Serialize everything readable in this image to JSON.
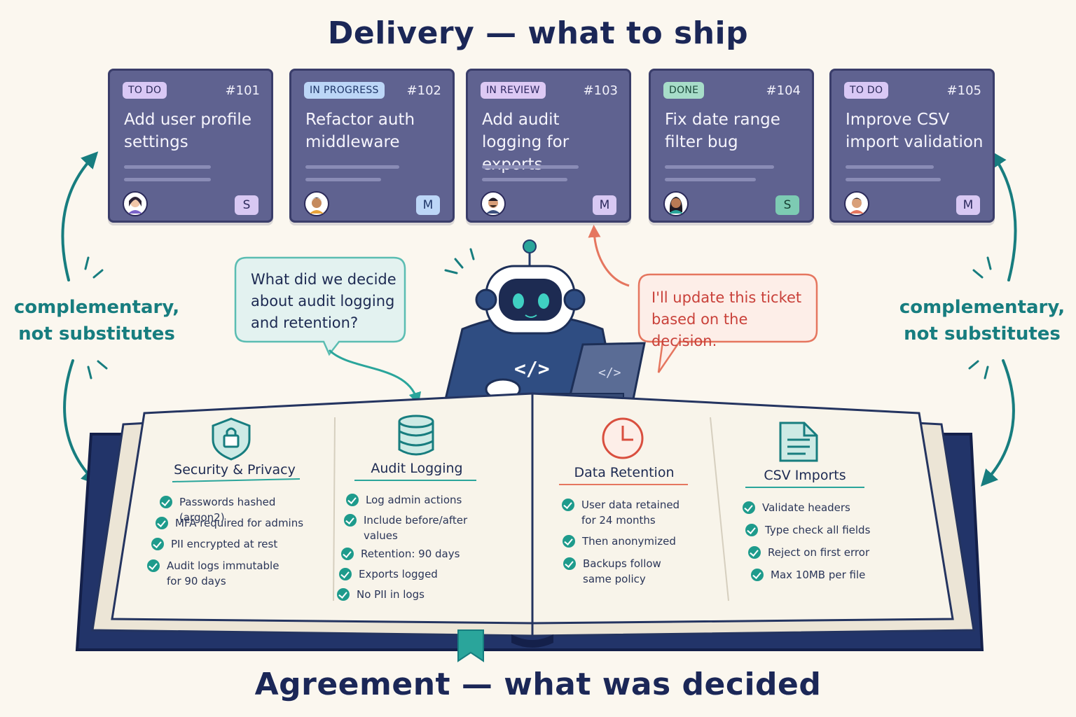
{
  "titles": {
    "top": "Delivery — what to ship",
    "bottom": "Agreement — what was decided"
  },
  "tickets": [
    {
      "status": "TO DO",
      "id": "#101",
      "title": "Add user profile settings",
      "size": "S"
    },
    {
      "status": "IN PROGRESS",
      "id": "#102",
      "title": "Refactor auth middleware",
      "size": "M"
    },
    {
      "status": "IN REVIEW",
      "id": "#103",
      "title": "Add audit logging for exports",
      "size": "M"
    },
    {
      "status": "DONE",
      "id": "#104",
      "title": "Fix date range filter bug",
      "size": "S"
    },
    {
      "status": "TO DO",
      "id": "#105",
      "title": "Improve CSV import validation",
      "size": "M"
    }
  ],
  "side_labels": {
    "left": "complementary, not substitutes",
    "right": "complementary, not substitutes"
  },
  "bubbles": {
    "question": "What did we decide about audit logging and retention?",
    "answer": "I'll update this ticket based on the decision."
  },
  "robot": {
    "hoodie_code": "</>",
    "laptop_code": "</>"
  },
  "sections": [
    {
      "title": "Security & Privacy",
      "icon": "shield-lock-icon",
      "items": [
        "Passwords hashed (argon2)",
        "MFA required for admins",
        "PII encrypted at rest",
        "Audit logs immutable for 90 days"
      ]
    },
    {
      "title": "Audit Logging",
      "icon": "database-icon",
      "items": [
        "Log admin actions",
        "Include before/after values",
        "Retention: 90 days",
        "Exports logged",
        "No PII in logs"
      ]
    },
    {
      "title": "Data Retention",
      "icon": "clock-icon",
      "items": [
        "User data retained for 24 months",
        "Then anonymized",
        "Backups follow same policy"
      ]
    },
    {
      "title": "CSV Imports",
      "icon": "document-icon",
      "items": [
        "Validate headers",
        "Type check all fields",
        "Reject on first error",
        "Max 10MB per file"
      ]
    }
  ],
  "colors": {
    "card": "#5f6290",
    "teal": "#177d7f",
    "coral": "#e5765f",
    "navy": "#1b2757",
    "check": "#1e9b8c"
  }
}
